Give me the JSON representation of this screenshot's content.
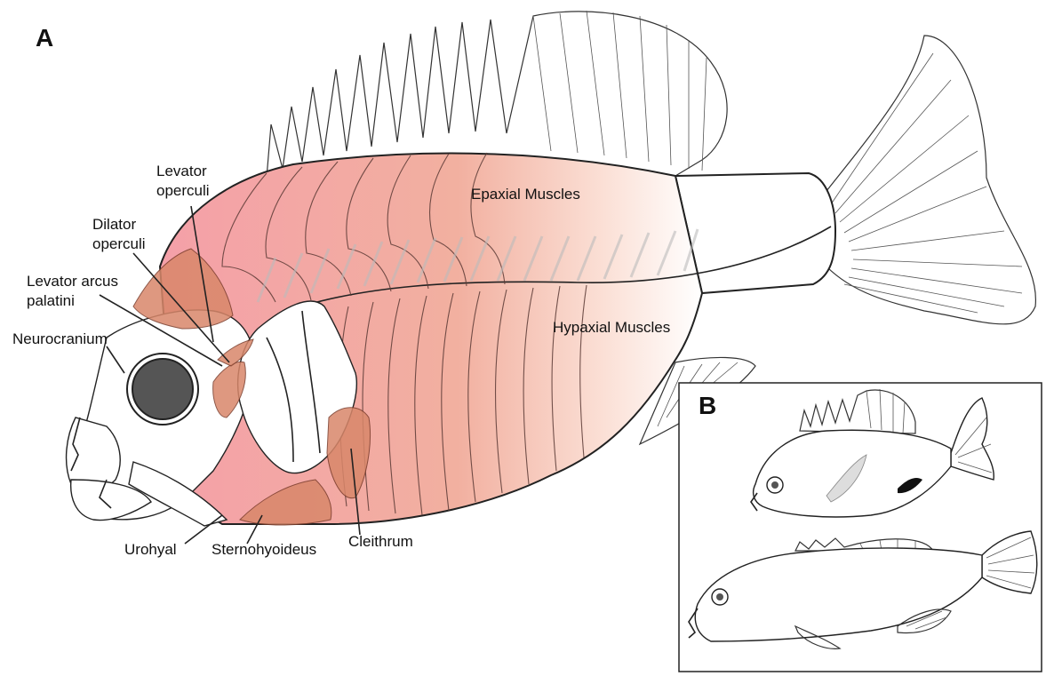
{
  "panels": {
    "a": "A",
    "b": "B"
  },
  "labels": {
    "levator_operculi": [
      "Levator",
      "operculi"
    ],
    "dilator_operculi": [
      "Dilator",
      "operculi"
    ],
    "levator_arcus_palatini": [
      "Levator arcus",
      "palatini"
    ],
    "neurocranium": "Neurocranium",
    "epaxial": "Epaxial Muscles",
    "hypaxial": "Hypaxial Muscles",
    "urohyal": "Urohyal",
    "sternohyoideus": "Sternohyoideus",
    "cleithrum": "Cleithrum"
  },
  "colors": {
    "muscle_pink": "#f2a0a0",
    "muscle_salmon": "#f0b090",
    "muscle_orange": "#d9876a",
    "eye": "#555555"
  }
}
